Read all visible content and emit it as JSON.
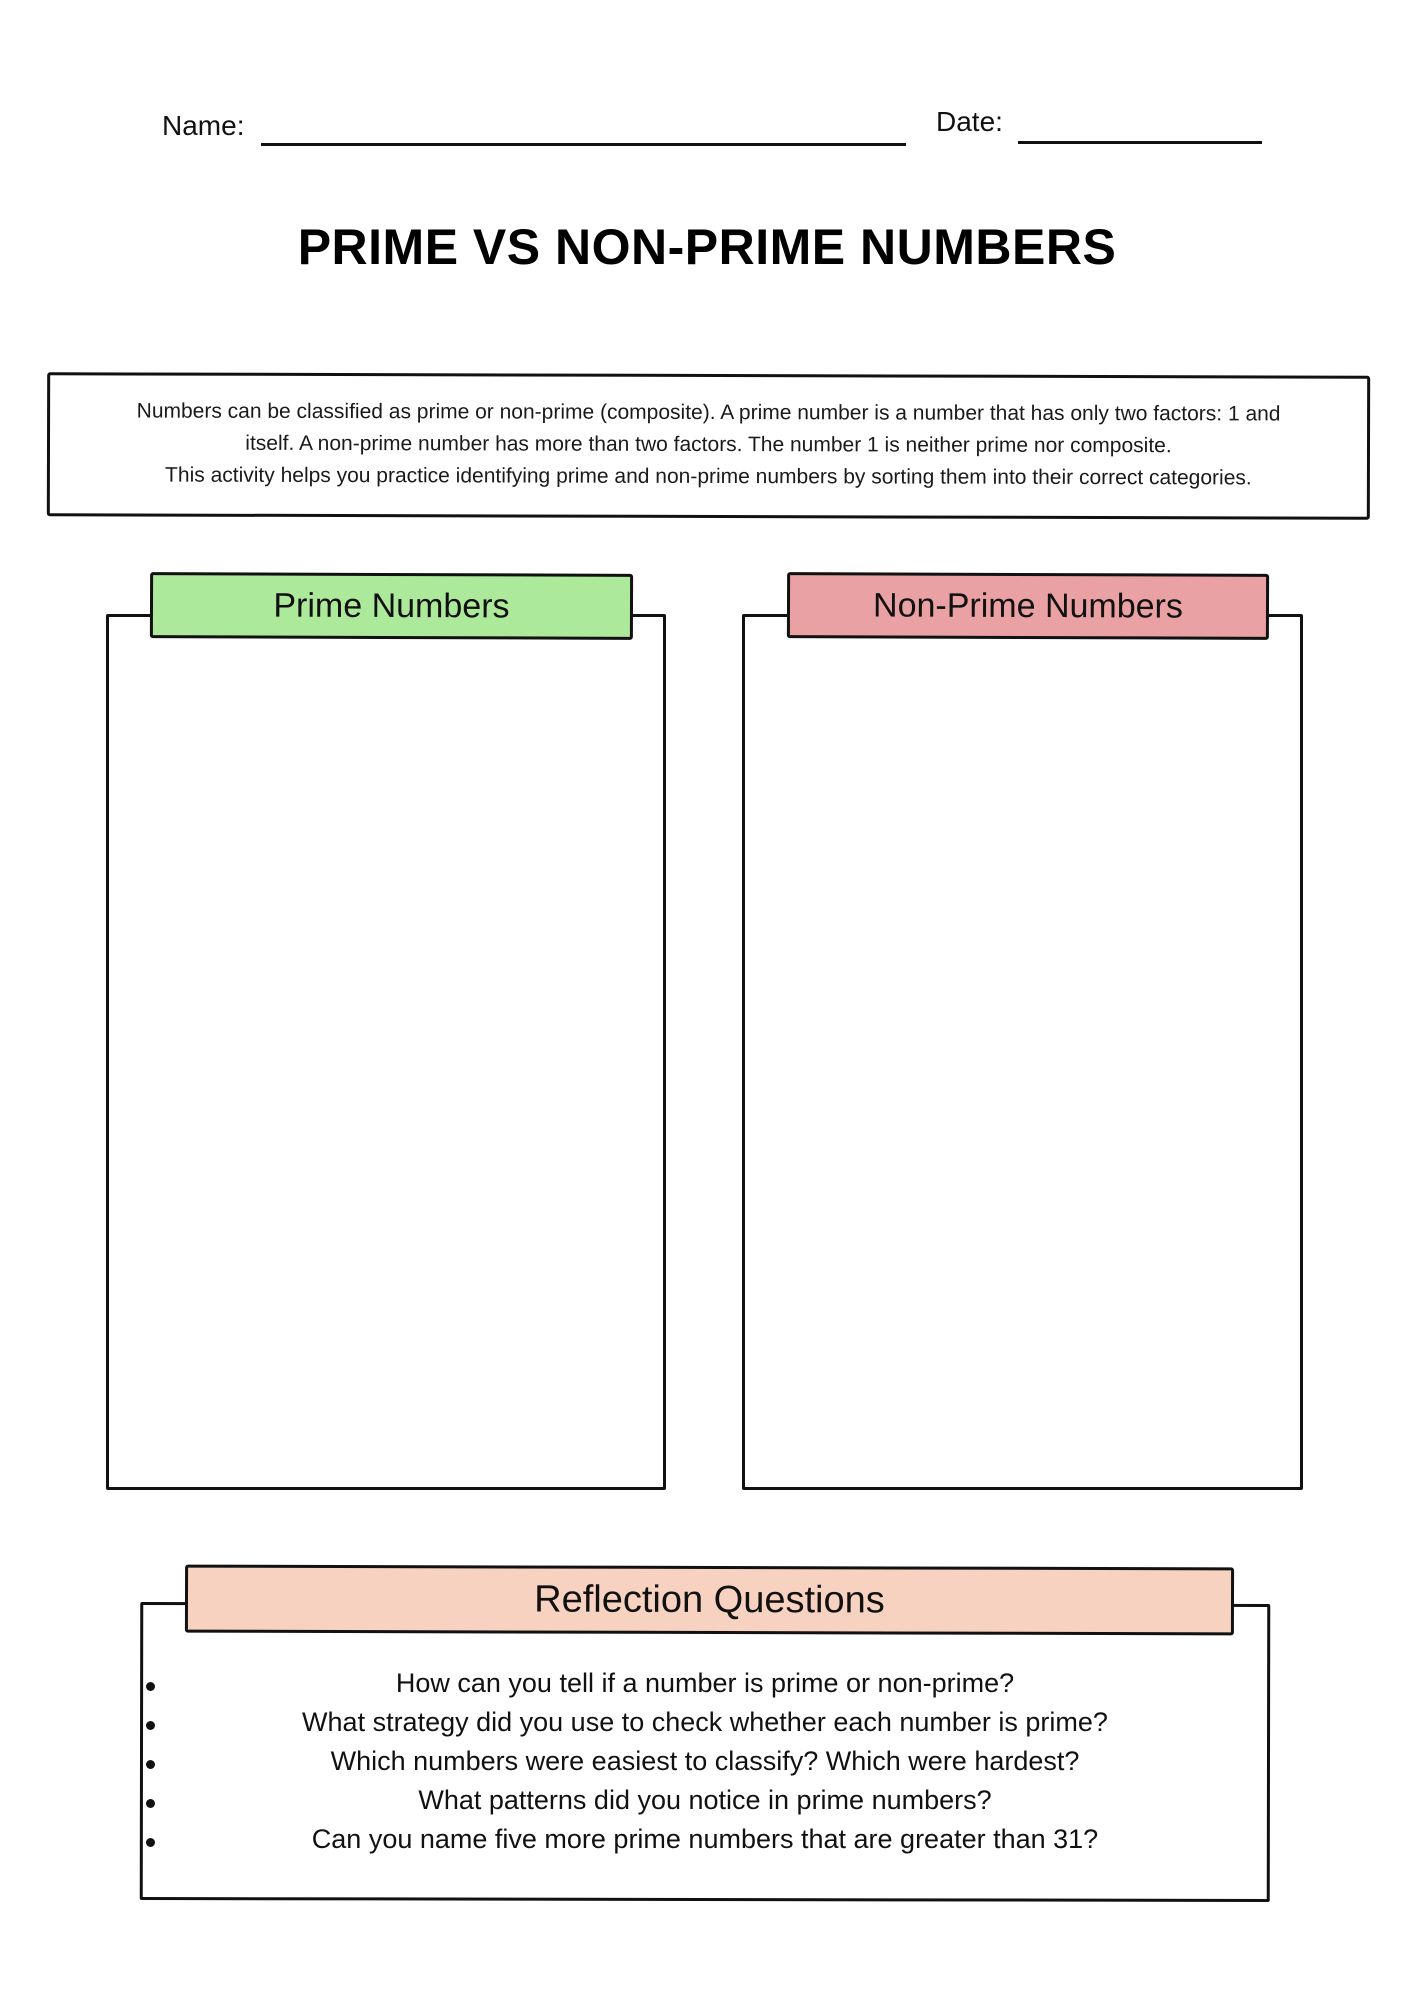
{
  "header": {
    "name_label": "Name:",
    "date_label": "Date:"
  },
  "title": "PRIME VS NON-PRIME NUMBERS",
  "intro": {
    "line1": "Numbers can be classified as prime or non-prime (composite). A prime number is a number that has only two factors: 1 and",
    "line2": "itself. A non-prime number has more than two factors. The number 1 is neither prime nor composite.",
    "line3": "This activity helps you practice identifying prime and non-prime numbers by sorting them into their correct categories."
  },
  "columns": [
    {
      "label": "Prime Numbers",
      "color": "#ade99b"
    },
    {
      "label": "Non-Prime Numbers",
      "color": "#e9a1a3"
    }
  ],
  "reflection": {
    "title": "Reflection Questions",
    "color": "#f8d2c0",
    "questions": [
      "How can you tell if a number is prime or non-prime?",
      "What strategy did you use to check whether each number is prime?",
      "Which numbers were easiest to classify? Which were hardest?",
      "What patterns did you notice in prime numbers?",
      "Can you name five more prime numbers that are greater than 31?"
    ]
  }
}
